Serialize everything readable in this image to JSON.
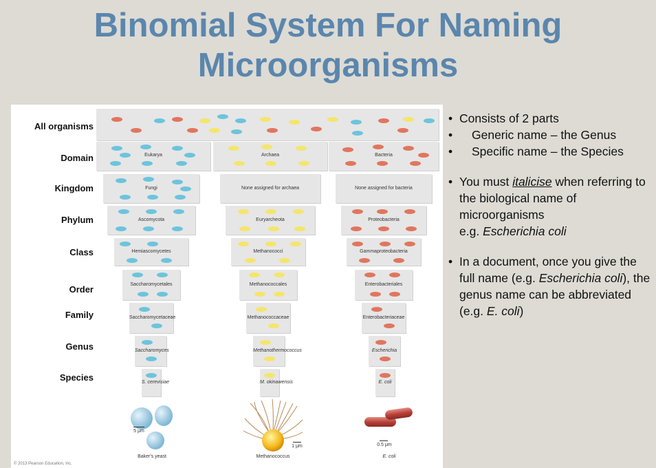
{
  "slide": {
    "title_line1": "Binomial System For Naming",
    "title_line2": "Microorganisms"
  },
  "figure": {
    "ranks": [
      "All organisms",
      "Domain",
      "Kingdom",
      "Phylum",
      "Class",
      "Order",
      "Family",
      "Genus",
      "Species"
    ],
    "columns": [
      {
        "color": "#6cc4dc",
        "labels": [
          "Eukarya",
          "Fungi",
          "Ascomycota",
          "Hemiascomycetes",
          "Saccharomycetales",
          "Saccharomycetaceae",
          "Saccharomyces",
          "S. cerevisiae"
        ],
        "organism": "Baker's yeast",
        "scale": "5 μm"
      },
      {
        "color": "#f5e56a",
        "labels": [
          "Archaea",
          "None assigned for archaea",
          "Euryarcheota",
          "Methanococci",
          "Methanococcales",
          "Methanococcaceae",
          "Methanothermococcus",
          "M. okinawensis"
        ],
        "organism": "Methanococcus",
        "scale": "1 μm"
      },
      {
        "color": "#e0765e",
        "labels": [
          "Bacteria",
          "None assigned for bacteria",
          "Proteobacteria",
          "Gammaproteobacteria",
          "Enterobacteriales",
          "Enterobacteriaceae",
          "Escherichia",
          "E. coli"
        ],
        "organism": "E. coli",
        "scale": "0.5 μm"
      }
    ],
    "credit": "© 2013 Pearson Education, Inc."
  },
  "bullets": {
    "b1": "Consists of 2 parts",
    "b1a": "Generic name – the Genus",
    "b1b": "Specific name – the Species",
    "b2_pre": "You must ",
    "b2_em": "italicise",
    "b2_post": " when referring to the biological name of microorganisms",
    "b2_eg_pre": "e.g. ",
    "b2_eg_em": "Escherichia coli",
    "b3_pre": "In a document, once you give the full name (e.g. ",
    "b3_em1": "Escherichia coli",
    "b3_mid": "), the genus name can be abbreviated (e.g. ",
    "b3_em2": "E. coli",
    "b3_post": ")"
  }
}
